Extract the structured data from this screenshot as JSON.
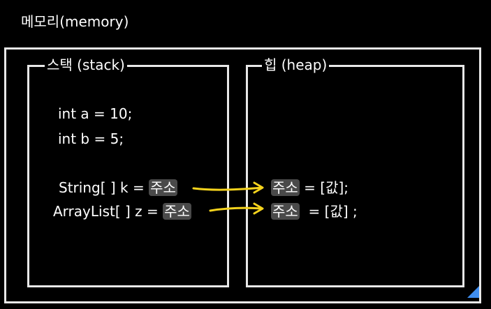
{
  "title": "메모리(memory)",
  "stack": {
    "label": "스택 (stack)",
    "line_a": "int a = 10;",
    "line_b": "int b = 5;",
    "line_k_prefix": "String[ ] k = ",
    "line_k_addr": "주소",
    "line_z_prefix": "ArrayList[ ] z = ",
    "line_z_addr": "주소"
  },
  "heap": {
    "label": "힙 (heap)",
    "row1_addr": "주소",
    "row1_rest": " = [값];",
    "row2_addr": "주소",
    "row2_rest": "  = [값] ;"
  },
  "colors": {
    "background": "#000000",
    "border": "#e8e8e8",
    "arrow": "#f5d31d",
    "address_highlight": "#4a4a4a",
    "corner_accent": "#3f8ef0"
  }
}
